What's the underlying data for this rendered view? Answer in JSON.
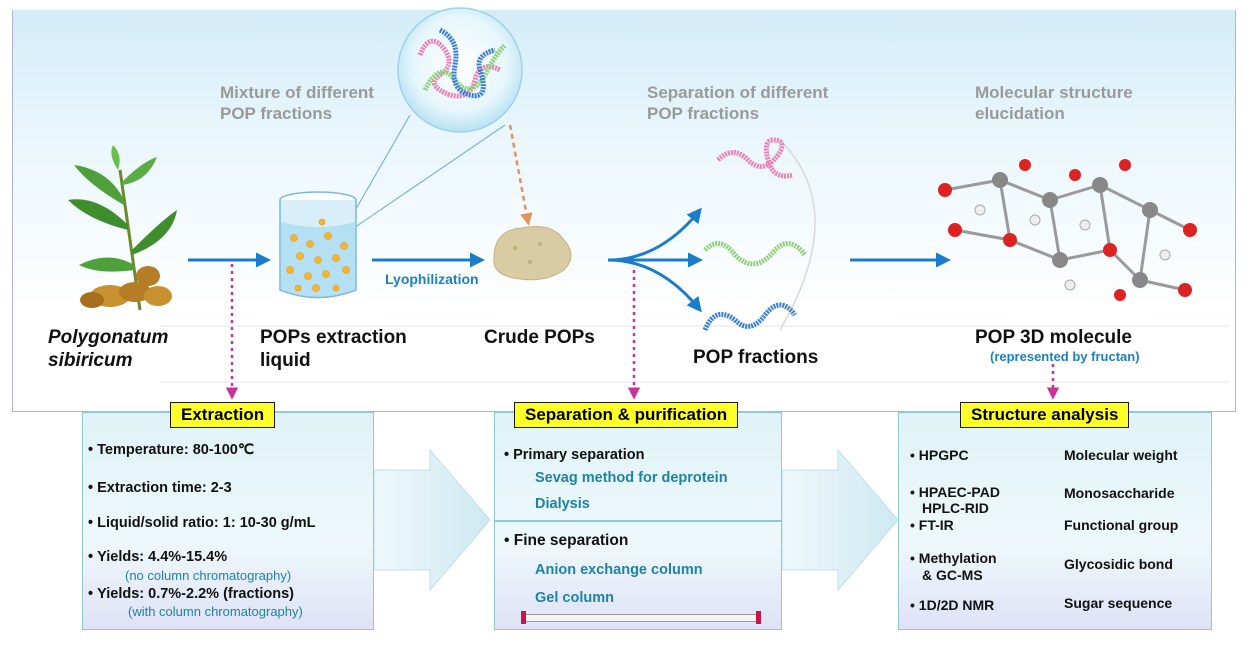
{
  "top": {
    "mixture_caption": "Mixture of different POP fractions",
    "separation_caption": "Separation of different POP fractions",
    "structure_caption": "Molecular structure elucidation",
    "plant_label": "Polygonatum sibiricum",
    "liquid_label": "POPs extraction liquid",
    "lyophilization_label": "Lyophilization",
    "crude_label": "Crude POPs",
    "fractions_label": "POP fractions",
    "molecule_label": "POP 3D molecule",
    "molecule_note": "(represented by fructan)"
  },
  "extraction": {
    "title": "Extraction",
    "items": [
      "Temperature: 80-100℃",
      "Extraction time: 2-3",
      "Liquid/solid ratio: 1: 10-30 g/mL",
      "Yields: 4.4%-15.4%",
      "Yields: 0.7%-2.2% (fractions)"
    ],
    "note1": "(no column chromatography)",
    "note2": "(with column chromatography)"
  },
  "separation": {
    "title": "Separation & purification",
    "primary": "Primary separation",
    "primary_items": [
      "Sevag method for deprotein",
      "Dialysis"
    ],
    "fine": "Fine separation",
    "fine_items": [
      "Anion exchange column",
      "Gel column"
    ]
  },
  "structure": {
    "title": "Structure analysis",
    "methods": [
      "HPGPC",
      "HPAEC-PAD",
      "HPLC-RID",
      "FT-IR",
      "Methylation",
      "& GC-MS",
      "1D/2D NMR"
    ],
    "results": [
      "Molecular weight",
      "Monosaccharide",
      "Functional group",
      "Glycosidic bond",
      "Sugar sequence"
    ]
  },
  "colors": {
    "arrow_blue": "#1c7ccc",
    "dotted_pink": "#c8329a",
    "badge_yellow": "#ffff2a",
    "accent_text": "#1d83a6",
    "result_arrow": "#e8606a"
  }
}
